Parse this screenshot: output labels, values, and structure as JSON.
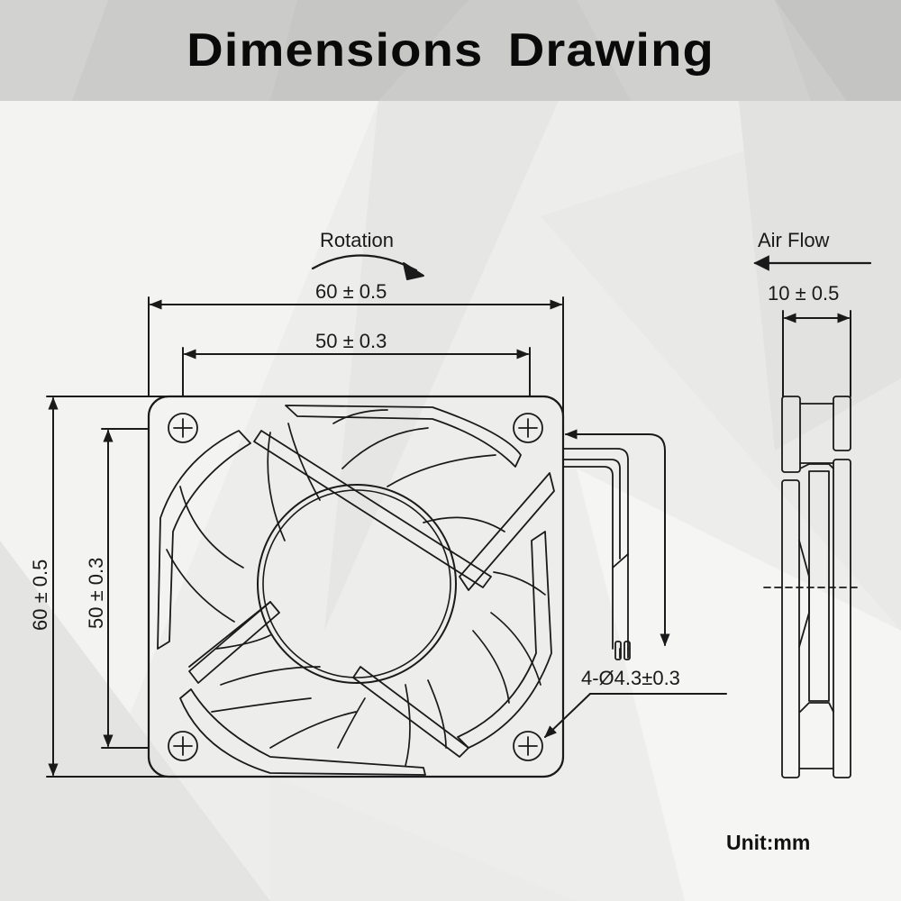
{
  "header": {
    "title": "Dimensions Drawing",
    "background": "#cbcbca"
  },
  "front_view": {
    "rotation_label": "Rotation",
    "width_outer": "60 ± 0.5",
    "width_inner": "50 ± 0.3",
    "height_outer": "60 ± 0.5",
    "height_inner": "50 ± 0.3",
    "mounting_holes": "4-Ø4.3±0.3",
    "mounting_hole_count": 4
  },
  "side_view": {
    "airflow_label": "Air Flow",
    "thickness": "10 ± 0.5"
  },
  "footer": {
    "unit": "Unit:mm"
  },
  "colors": {
    "line": "#1a1a1a",
    "page_bg": "#ededec"
  }
}
